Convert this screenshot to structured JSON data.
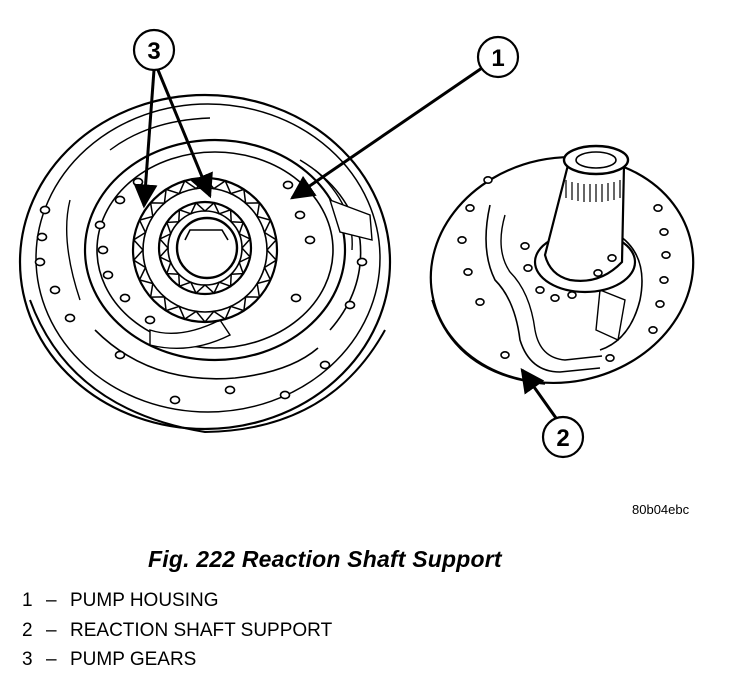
{
  "figure": {
    "callouts": [
      {
        "number": "1",
        "target": "pump-housing"
      },
      {
        "number": "2",
        "target": "reaction-shaft-support"
      },
      {
        "number": "3",
        "target": "pump-gears"
      }
    ],
    "image_code": "80b04ebc"
  },
  "caption": "Fig. 222 Reaction Shaft Support",
  "legend": [
    {
      "number": "1",
      "dash": "–",
      "label": "PUMP HOUSING"
    },
    {
      "number": "2",
      "dash": "–",
      "label": "REACTION SHAFT SUPPORT"
    },
    {
      "number": "3",
      "dash": "–",
      "label": "PUMP GEARS"
    }
  ]
}
